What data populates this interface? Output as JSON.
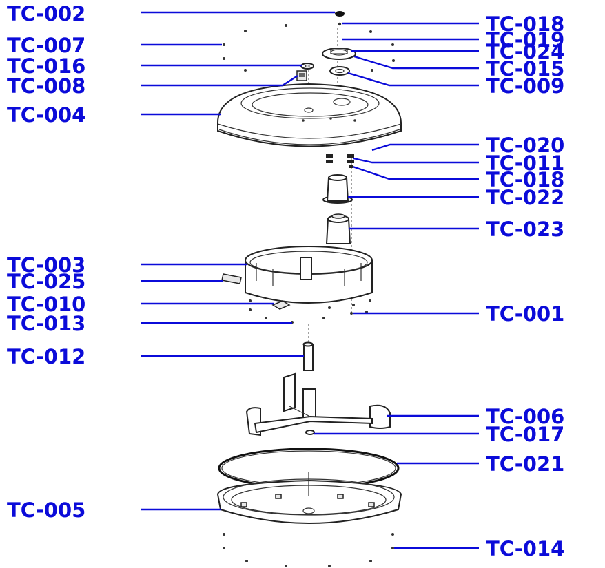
{
  "diagram": {
    "labels_left": [
      {
        "id": "TC-002",
        "text": "TC-002"
      },
      {
        "id": "TC-007",
        "text": "TC-007"
      },
      {
        "id": "TC-016",
        "text": "TC-016"
      },
      {
        "id": "TC-008",
        "text": "TC-008"
      },
      {
        "id": "TC-004",
        "text": "TC-004"
      },
      {
        "id": "TC-003",
        "text": "TC-003"
      },
      {
        "id": "TC-025",
        "text": "TC-025"
      },
      {
        "id": "TC-010",
        "text": "TC-010"
      },
      {
        "id": "TC-013",
        "text": "TC-013"
      },
      {
        "id": "TC-012",
        "text": "TC-012"
      },
      {
        "id": "TC-005",
        "text": "TC-005"
      }
    ],
    "labels_right": [
      {
        "id": "TC-018a",
        "text": "TC-018"
      },
      {
        "id": "TC-019",
        "text": "TC-019"
      },
      {
        "id": "TC-024",
        "text": "TC-024"
      },
      {
        "id": "TC-015",
        "text": "TC-015"
      },
      {
        "id": "TC-009",
        "text": "TC-009"
      },
      {
        "id": "TC-020",
        "text": "TC-020"
      },
      {
        "id": "TC-011",
        "text": "TC-011"
      },
      {
        "id": "TC-018b",
        "text": "TC-018"
      },
      {
        "id": "TC-022",
        "text": "TC-022"
      },
      {
        "id": "TC-023",
        "text": "TC-023"
      },
      {
        "id": "TC-001",
        "text": "TC-001"
      },
      {
        "id": "TC-006",
        "text": "TC-006"
      },
      {
        "id": "TC-017",
        "text": "TC-017"
      },
      {
        "id": "TC-021",
        "text": "TC-021"
      },
      {
        "id": "TC-014",
        "text": "TC-014"
      }
    ],
    "colors": {
      "label": "#0b0bd9",
      "line": "#0b0bd9",
      "part": "#222222"
    }
  }
}
